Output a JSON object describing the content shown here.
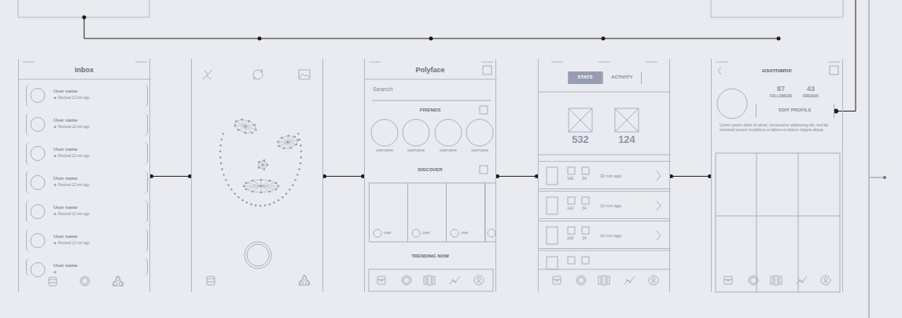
{
  "diagram": {
    "nodes": [
      {
        "text": [
          "Inbox"
        ]
      },
      {
        "text": [
          "User name",
          "Recived 12 min ago"
        ],
        "in": 0
      },
      {
        "text": [
          "User name",
          "Recived 12 min ago"
        ],
        "in": 0
      },
      {
        "text": [
          "User name",
          "Recived 12 min ago"
        ],
        "in": 0
      },
      {
        "text": [
          "User name",
          "Recived 12 min ago"
        ],
        "in": 0
      },
      {
        "text": [
          "User name",
          "Recived 12 min ago"
        ],
        "in": 0
      },
      {
        "text": [
          "User name",
          "Recived 12 min ago"
        ],
        "in": 0
      },
      {
        "text": [
          "User name"
        ],
        "in": 0
      },
      {
        "text": []
      },
      {
        "text": [
          "Polyface",
          "Search",
          "FRIENDS",
          "username",
          "username",
          "username",
          "username",
          "DISCOVER",
          "TRENDING NOW"
        ]
      },
      {
        "text": [
          "user"
        ],
        "in": 9
      },
      {
        "text": [
          "user"
        ],
        "in": 9
      },
      {
        "text": [
          "user"
        ],
        "in": 9
      },
      {
        "text": [
          "532",
          "124"
        ]
      },
      {
        "text": [
          "STATS"
        ],
        "in": 13
      },
      {
        "text": [
          "ACTIVITY"
        ],
        "in": 13
      },
      {
        "text": [
          "142",
          "34",
          "10 min ago"
        ],
        "in": 13
      },
      {
        "text": [
          "142",
          "34",
          "10 min ago"
        ],
        "in": 13
      },
      {
        "text": [
          "142",
          "34",
          "10 min ago"
        ],
        "in": 13
      },
      {
        "text": [
          "username",
          "87",
          "FOLLOWERS",
          "43",
          "FRIENDS",
          "Lorem ipsum dolor sit amet, consectetur adipiscing elit, sed do eiusmod tempor incididunt ut labore et dolore magna aliqua"
        ]
      },
      {
        "text": [
          "EDIT PROFILE"
        ],
        "in": 19
      }
    ],
    "edges": [
      {
        "from": 0,
        "to": 8,
        "arrow": "none"
      },
      {
        "from": 8,
        "to": 9,
        "arrow": "none"
      },
      {
        "from": 9,
        "to": 13,
        "arrow": "none"
      },
      {
        "from": 13,
        "to": 19,
        "arrow": "none"
      }
    ]
  }
}
